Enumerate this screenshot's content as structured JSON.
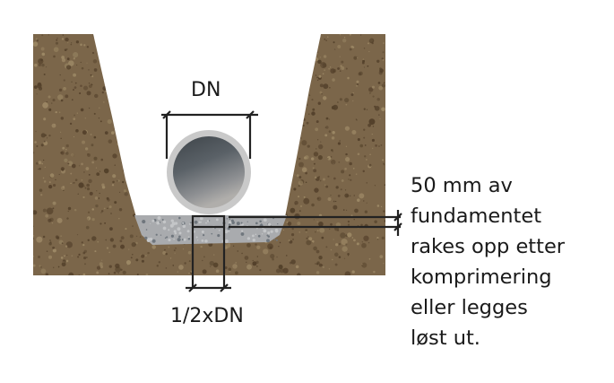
{
  "labels": {
    "diameter": "DN",
    "half_diameter": "1/2xDN",
    "note_lines": [
      "50 mm av",
      "fundamentet",
      "rakes opp etter",
      "komprimering",
      "eller legges",
      "løst ut."
    ]
  },
  "colors": {
    "soil": "#7b664a",
    "soil_dark": "#54412b",
    "soil_light": "#9c8865",
    "gravel": "#a9abae",
    "pipe_ring": "#c9c9c9",
    "dimension_line": "#222222"
  }
}
